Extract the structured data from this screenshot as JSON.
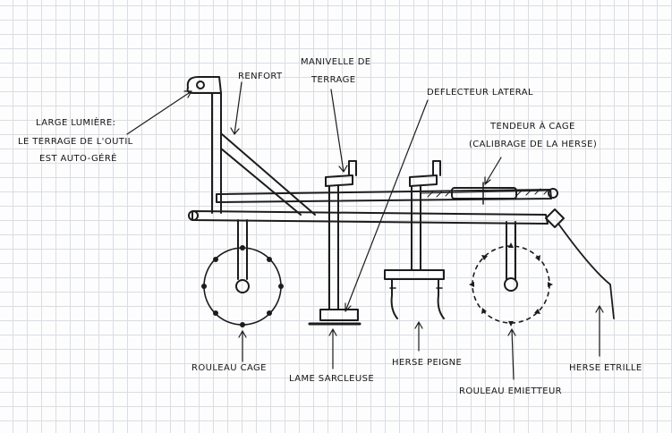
{
  "labels": {
    "large_lumiere_1": "LARGE LUMIÈRE:",
    "large_lumiere_2": "LE TERRAGE DE L'OUTIL",
    "large_lumiere_3": "EST AUTO-GÉRÉ",
    "renfort": "RENFORT",
    "manivelle_1": "MANIVELLE DE",
    "manivelle_2": "TERRAGE",
    "deflecteur": "DEFLECTEUR LATERAL",
    "tendeur_1": "TENDEUR À CAGE",
    "tendeur_2": "(CALIBRAGE DE LA HERSE)",
    "rouleau_cage": "ROULEAU CAGE",
    "lame_sarcleuse": "LAME SARCLEUSE",
    "herse_peigne": "HERSE PEIGNE",
    "rouleau_emietteur": "ROULEAU EMIETTEUR",
    "herse_etrille": "HERSE ETRILLE"
  },
  "colors": {
    "ink": "#1c1c1c",
    "grid": "#d9dde3",
    "paper": "#fdfdfd"
  }
}
